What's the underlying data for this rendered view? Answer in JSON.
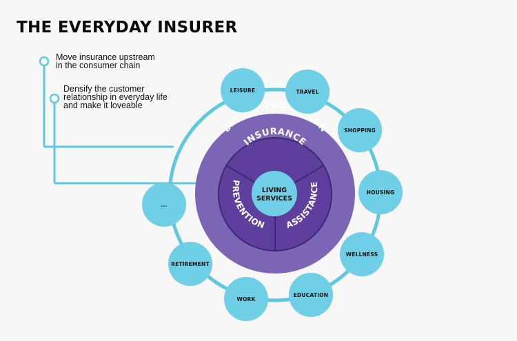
{
  "title": "THE EVERYDAY INSURER",
  "notes": [
    "Move insurance upstream in the consumer chain",
    "Densify the customer relationship in everyday life and make it loveable"
  ],
  "outer_ring_label": "BEYOND PROTECTION",
  "segments": [
    "INSURANCE",
    "ASSISTANCE",
    "PREVENTION"
  ],
  "center": [
    "LIVING",
    "SERVICES"
  ],
  "circles": [
    "LEISURE",
    "TRAVEL",
    "SHOPPING",
    "HOUSING",
    "WELLNESS",
    "EDUCATION",
    "WORK",
    "RETIREMENT",
    "..."
  ],
  "colors": {
    "ring": "#5ec8df",
    "circle": "#6fcfe6",
    "outer_purple": "#7b65b5",
    "inner_purple": "#5f3f9e",
    "text": "#111111"
  }
}
